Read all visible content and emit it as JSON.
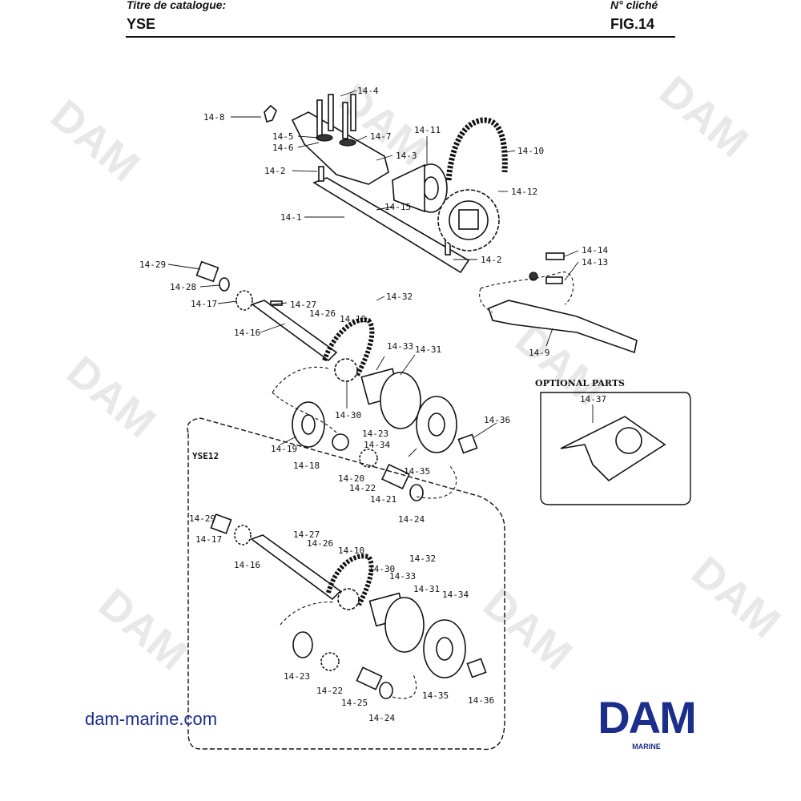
{
  "header": {
    "catalog_label": "Titre de catalogue:",
    "catalog_value": "YSE",
    "ref_label": "N° cliché",
    "ref_value": "FIG.14"
  },
  "watermark": {
    "text": "DAM"
  },
  "diagram": {
    "optional_parts_title": "OPTIONAL PARTS",
    "frame_label": "YSE12",
    "callouts": {
      "c14_1": "14-1",
      "c14_2a": "14-2",
      "c14_2b": "14-2",
      "c14_3": "14-3",
      "c14_4": "14-4",
      "c14_5": "14-5",
      "c14_6": "14-6",
      "c14_7": "14-7",
      "c14_8": "14-8",
      "c14_9": "14-9",
      "c14_10a": "14-10",
      "c14_10b": "14-10",
      "c14_10c": "14-10",
      "c14_11": "14-11",
      "c14_12": "14-12",
      "c14_13": "14-13",
      "c14_14": "14-14",
      "c14_15": "14-15",
      "c14_16a": "14-16",
      "c14_16b": "14-16",
      "c14_17a": "14-17",
      "c14_17b": "14-17",
      "c14_18": "14-18",
      "c14_19": "14-19",
      "c14_20": "14-20",
      "c14_21": "14-21",
      "c14_22a": "14-22",
      "c14_22b": "14-22",
      "c14_23a": "14-23",
      "c14_23b": "14-23",
      "c14_24a": "14-24",
      "c14_24b": "14-24",
      "c14_25": "14-25",
      "c14_26a": "14-26",
      "c14_26b": "14-26",
      "c14_27a": "14-27",
      "c14_27b": "14-27",
      "c14_28": "14-28",
      "c14_29a": "14-29",
      "c14_29b": "14-29",
      "c14_30a": "14-30",
      "c14_30b": "14-30",
      "c14_31a": "14-31",
      "c14_31b": "14-31",
      "c14_32a": "14-32",
      "c14_32b": "14-32",
      "c14_33a": "14-33",
      "c14_33b": "14-33",
      "c14_34a": "14-34",
      "c14_34b": "14-34",
      "c14_35a": "14-35",
      "c14_35b": "14-35",
      "c14_36a": "14-36",
      "c14_36b": "14-36",
      "c14_37": "14-37"
    }
  },
  "footer": {
    "website": "dam-marine.com",
    "logo_text": "DAM",
    "logo_sub": "MARINE",
    "logo_color": "#1b2e8a"
  }
}
